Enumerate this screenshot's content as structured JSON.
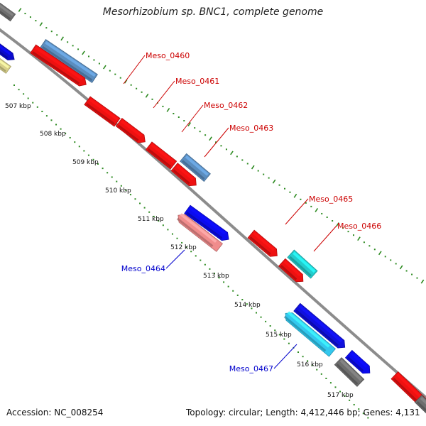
{
  "header": {
    "title": "Mesorhizobium sp. BNC1, complete genome"
  },
  "footer": {
    "accession": "Accession: NC_008254",
    "summary": "Topology: circular; Length: 4,412,446 bp; Genes: 4,131"
  },
  "colors": {
    "backbone": "#8c8c8c",
    "tick": "#2e8b22",
    "label_forward": "#cc0000",
    "label_reverse": "#0000cc"
  },
  "scale": [
    {
      "label": "507 kbp"
    },
    {
      "label": "508 kbp"
    },
    {
      "label": "509 kbp"
    },
    {
      "label": "510 kbp"
    },
    {
      "label": "511 kbp"
    },
    {
      "label": "512 kbp"
    },
    {
      "label": "513 kbp"
    },
    {
      "label": "514 kbp"
    },
    {
      "label": "515 kbp"
    },
    {
      "label": "516 kbp"
    },
    {
      "label": "517 kbp"
    }
  ],
  "genes": [
    {
      "label": "Meso_0460",
      "strand": "+",
      "color": "#5b8dbf"
    },
    {
      "label": "Meso_0461",
      "strand": "+",
      "color": "#ee1111"
    },
    {
      "label": "Meso_0462",
      "strand": "+",
      "color": "#ee1111"
    },
    {
      "label": "Meso_0463",
      "strand": "+",
      "color": "#5b8dbf"
    },
    {
      "label": "Meso_0464",
      "strand": "-",
      "color": "#f08c8c"
    },
    {
      "label": "Meso_0465",
      "strand": "+",
      "color": "#ee1111"
    },
    {
      "label": "Meso_0466",
      "strand": "+",
      "color": "#22cccc"
    },
    {
      "label": "Meso_0467",
      "strand": "-",
      "color": "#33c8ee"
    }
  ]
}
